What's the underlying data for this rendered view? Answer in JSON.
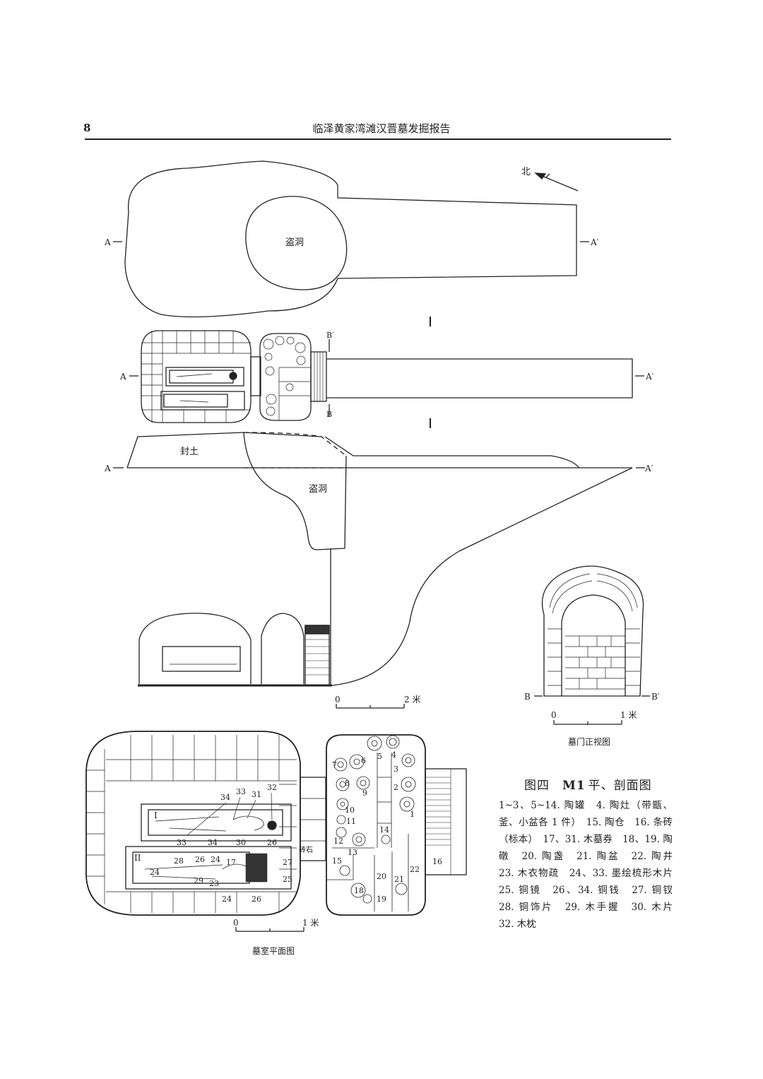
{
  "header": {
    "page_number": "8",
    "book_title": "临泽黄家湾滩汉晋墓发掘报告"
  },
  "labels": {
    "A": "A",
    "A_prime": "A′",
    "B": "B",
    "B_prime": "B′",
    "north": "北",
    "looting_hole": "盗洞",
    "mound_fill": "封土",
    "coffin_I": "I",
    "coffin_II": "II",
    "brick": "砖石"
  },
  "scales": {
    "section": {
      "zero": "0",
      "end": "2 米"
    },
    "door": {
      "zero": "0",
      "end": "1 米"
    },
    "chamber": {
      "zero": "0",
      "end": "1 米"
    }
  },
  "captions": {
    "door_view": "墓门正视图",
    "chamber_plan": "墓室平面图"
  },
  "figure": {
    "number": "图四",
    "code": "M1",
    "title": "平、剖面图",
    "legend": "1~3、5~14. 陶罐　4. 陶灶（带甑、釜、小盆各 1 件）　15. 陶仓　16. 条砖（标本）　17、31. 木墓券　18、19. 陶礅　20. 陶盏　21. 陶盆　22. 陶井　23. 木衣物疏　24、33. 墨绘梳形木片　25. 铜镜　26、34. 铜钱　27. 铜钗　28. 铜饰片　29. 木手握　30. 木片　32. 木枕"
  },
  "object_numbers": [
    "1",
    "2",
    "3",
    "4",
    "5",
    "6",
    "7",
    "8",
    "9",
    "10",
    "11",
    "12",
    "13",
    "14",
    "15",
    "16",
    "17",
    "18",
    "19",
    "20",
    "21",
    "22",
    "23",
    "24",
    "25",
    "26",
    "27",
    "28",
    "29",
    "30",
    "31",
    "32",
    "33",
    "34"
  ]
}
